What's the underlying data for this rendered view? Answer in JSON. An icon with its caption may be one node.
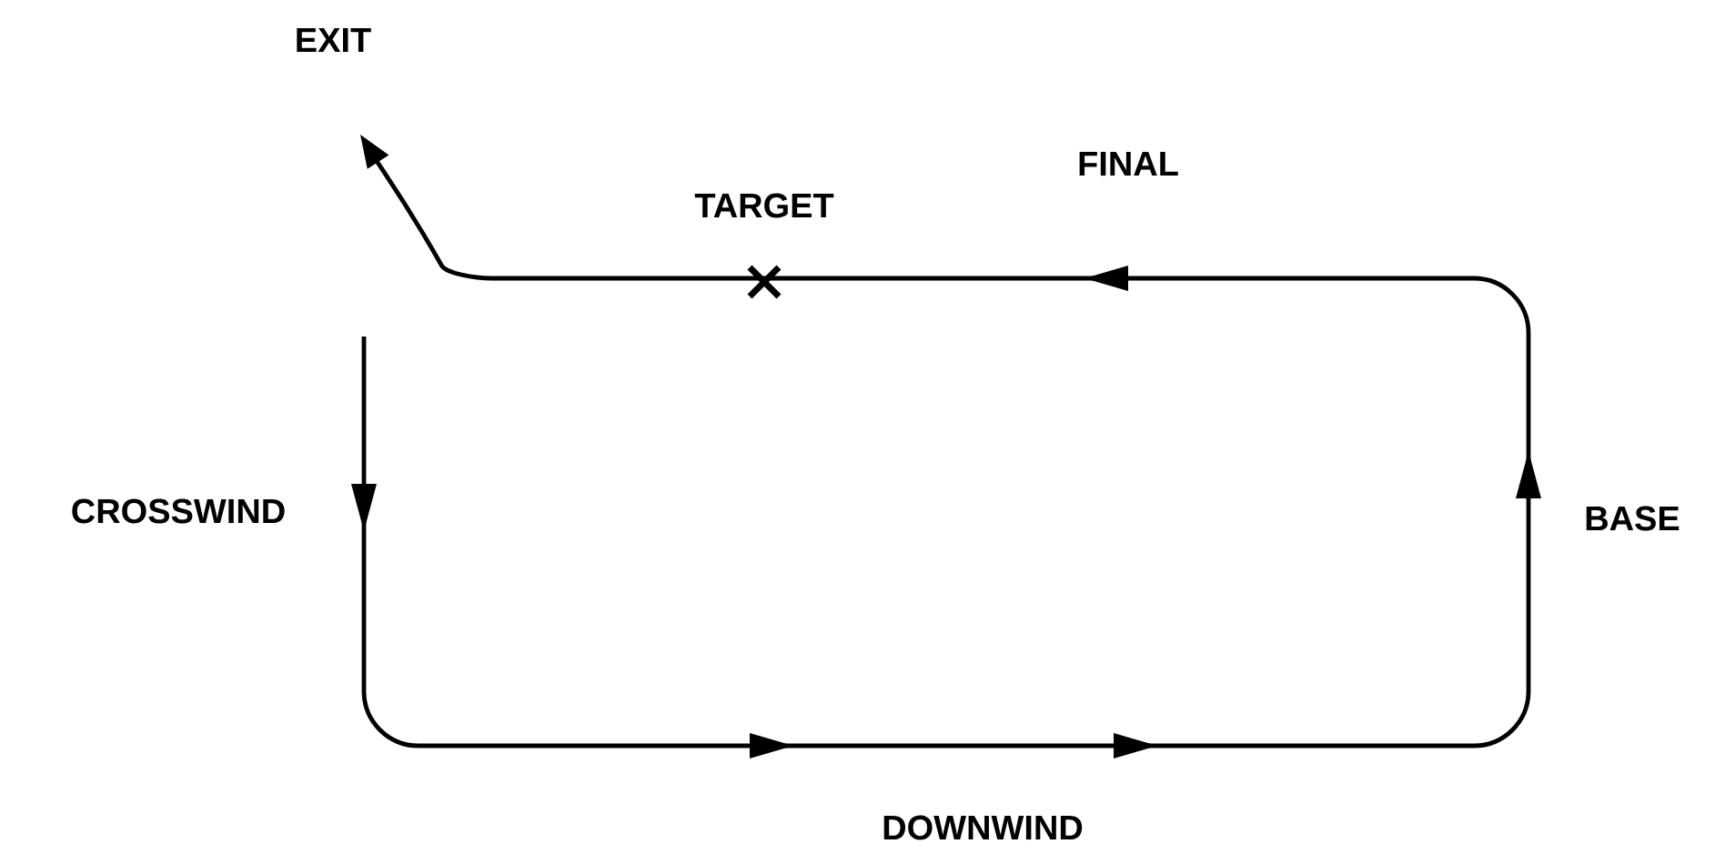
{
  "diagram": {
    "labels": [
      "EXIT",
      "TARGET",
      "FINAL",
      "CROSSWIND",
      "BASE",
      "DOWNWIND"
    ]
  }
}
